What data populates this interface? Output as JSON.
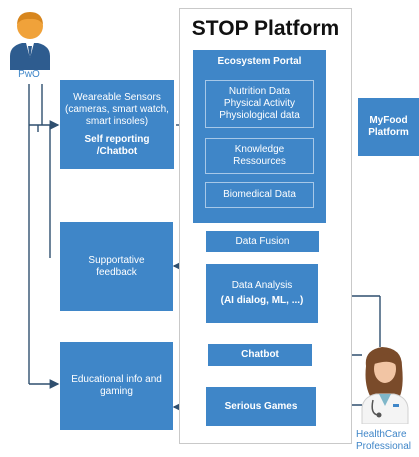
{
  "platform_title": "STOP Platform",
  "portal": {
    "title": "Ecosystem Portal",
    "data_lines": [
      "Nutrition Data",
      "Physical Activity",
      "Physiological data"
    ],
    "knowledge": "Knowledge Ressources",
    "biomedical": "Biomedical Data"
  },
  "data_fusion": "Data Fusion",
  "data_analysis": {
    "line1": "Data Analysis",
    "line2": "(AI dialog, ML, ...)"
  },
  "chatbot": "Chatbot",
  "serious_games": "Serious Games",
  "sensors": {
    "title": "Weareable Sensors",
    "detail": "(cameras, smart watch, smart insoles)",
    "self_reporting": "Self reporting /Chatbot"
  },
  "feedback": "Supportative feedback",
  "educational": "Educational info and gaming",
  "myfood": "MyFood Platform",
  "pwo_label": "PwO",
  "hcp_label": "HealthCare Professional",
  "colors": {
    "box": "#3f86c8",
    "arrow": "#2f4f6f"
  },
  "icons": [
    "user-icon",
    "doctor-icon"
  ]
}
